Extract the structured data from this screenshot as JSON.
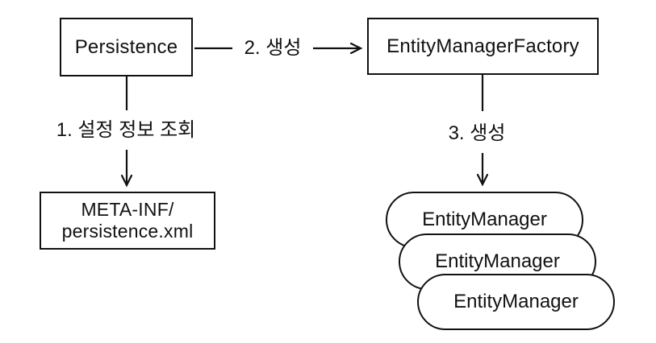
{
  "nodes": {
    "persistence": {
      "label": "Persistence"
    },
    "entity_manager_factory": {
      "label": "EntityManagerFactory"
    },
    "meta_inf": {
      "label_line1": "META-INF/",
      "label_line2": "persistence.xml"
    },
    "entity_managers": [
      {
        "label": "EntityManager"
      },
      {
        "label": "EntityManager"
      },
      {
        "label": "EntityManager"
      }
    ]
  },
  "edges": {
    "step1": {
      "label": "1. 설정 정보 조회"
    },
    "step2": {
      "label": "2. 생성"
    },
    "step3": {
      "label": "3. 생성"
    }
  },
  "colors": {
    "stroke": "#111111",
    "background": "#ffffff"
  }
}
